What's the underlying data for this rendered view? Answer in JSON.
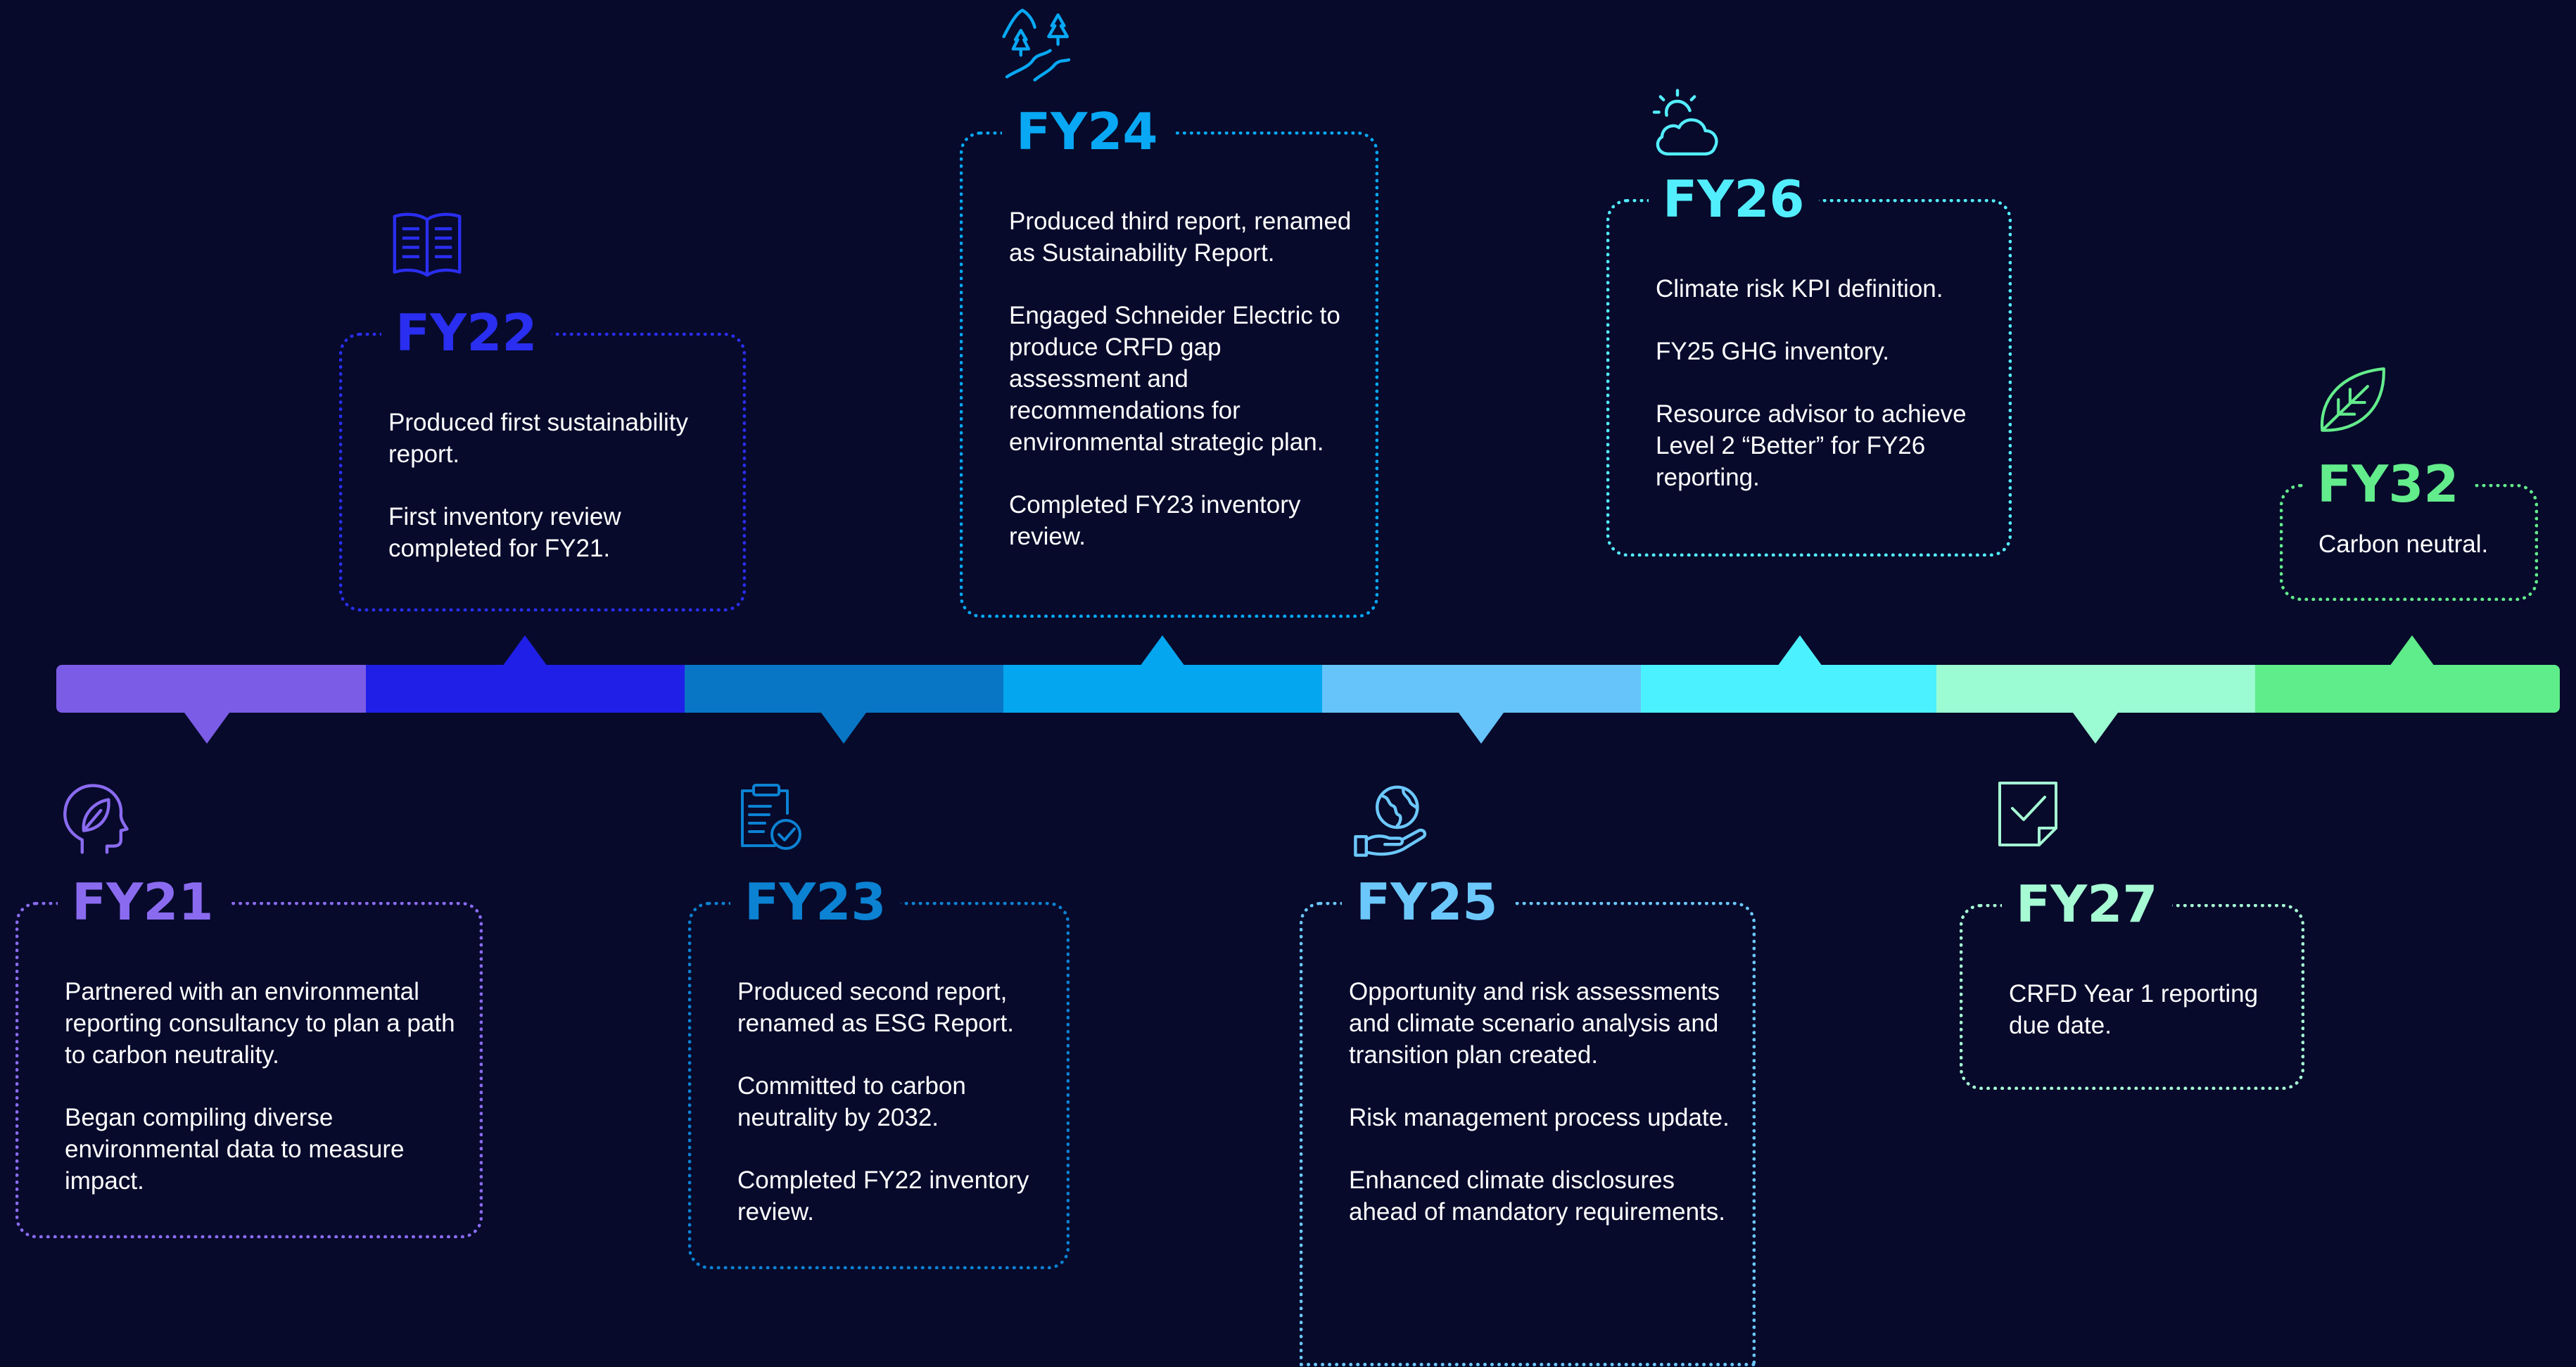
{
  "colors": {
    "background": "#070a2b",
    "bar_segments": [
      "#7b5ce6",
      "#1f1fe8",
      "#0876c5",
      "#04a6ef",
      "#66c4fb",
      "#4cf1ff",
      "#9bfbd2",
      "#5fec8a"
    ]
  },
  "milestones": [
    {
      "title": "FY21",
      "color": "#8a6bf0",
      "icon": "head-leaf-icon",
      "paragraphs": [
        "Partnered with an environmental reporting consultancy to plan a path to carbon neutrality.",
        "Began compiling diverse environmental data to measure impact."
      ]
    },
    {
      "title": "FY22",
      "color": "#2a2ef0",
      "icon": "book-icon",
      "paragraphs": [
        "Produced first sustainability report.",
        "First inventory review completed for FY21."
      ]
    },
    {
      "title": "FY23",
      "color": "#0c82d3",
      "icon": "clipboard-check-icon",
      "paragraphs": [
        "Produced second report, renamed as ESG Report.",
        "Committed to carbon neutrality by 2032.",
        "Completed FY22 inventory review."
      ]
    },
    {
      "title": "FY24",
      "color": "#08a8f4",
      "icon": "trees-path-icon",
      "paragraphs": [
        "Produced third report, renamed as Sustainability Report.",
        "Engaged Schneider Electric to produce CRFD gap assessment and recommendations for environmental strategic plan.",
        "Completed FY23 inventory review."
      ]
    },
    {
      "title": "FY25",
      "color": "#6cc8fb",
      "icon": "globe-hand-icon",
      "paragraphs": [
        "Opportunity and risk assessments and climate scenario analysis and transition plan created.",
        "Risk management process update.",
        "Enhanced climate disclosures ahead of mandatory requirements."
      ]
    },
    {
      "title": "FY26",
      "color": "#53eefd",
      "icon": "sun-cloud-icon",
      "paragraphs": [
        "Climate risk KPI definition.",
        "FY25 GHG inventory.",
        "Resource advisor to achieve Level 2 “Better” for FY26 reporting."
      ]
    },
    {
      "title": "FY27",
      "color": "#a6fbd4",
      "icon": "document-check-icon",
      "paragraphs": [
        "CRFD Year 1 reporting due date."
      ]
    },
    {
      "title": "FY32",
      "color": "#63ec8c",
      "icon": "leaf-icon",
      "paragraphs": [
        "Carbon neutral."
      ]
    }
  ]
}
